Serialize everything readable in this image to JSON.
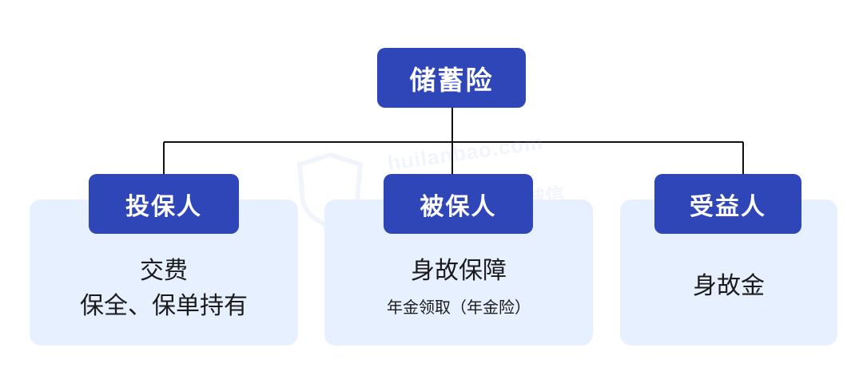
{
  "root": {
    "label": "储蓄险"
  },
  "nodes": [
    {
      "role": "投保人",
      "details": [
        "交费",
        "保全、保单持有"
      ]
    },
    {
      "role": "被保人",
      "details": [
        "身故保障",
        "年金领取（年金险）"
      ]
    },
    {
      "role": "受益人",
      "details": [
        "身故金"
      ]
    }
  ],
  "watermark": {
    "domain": "huilanbao.com",
    "tagline": "| 诚信"
  },
  "colors": {
    "accent": "#2f46b8",
    "card_background": "#e6f0ff",
    "connector": "#111111",
    "text": "#1a1a1a",
    "watermark": "#8fb0e6"
  }
}
